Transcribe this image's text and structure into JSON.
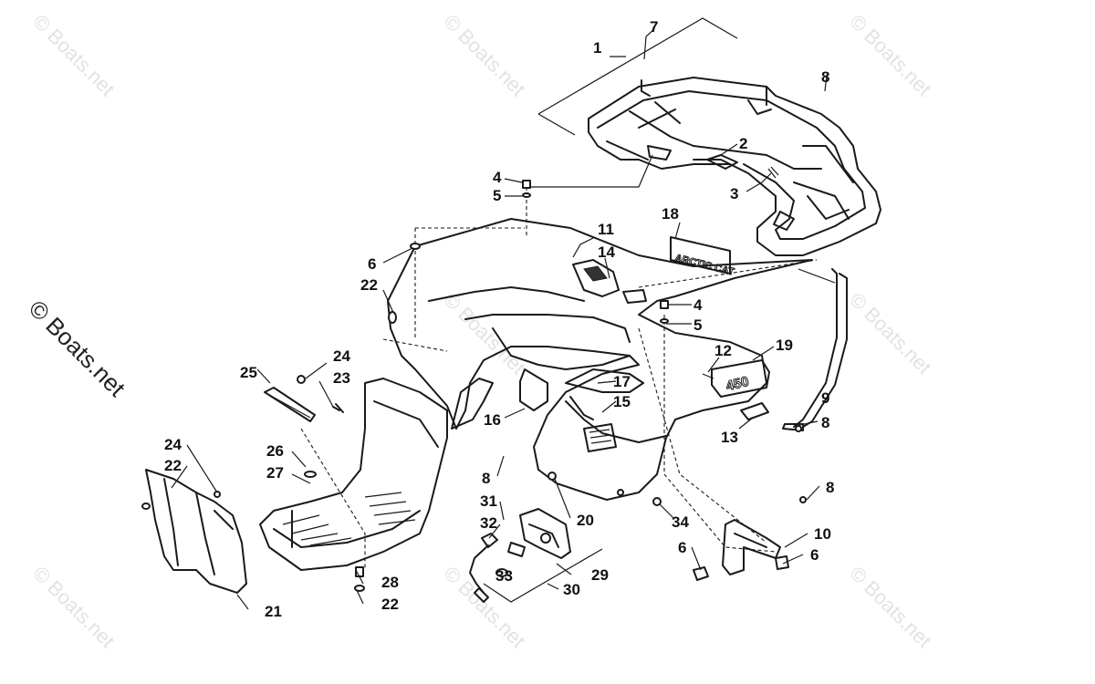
{
  "watermark": "© Boats.net",
  "callouts": [
    "1",
    "2",
    "3",
    "4",
    "5",
    "6",
    "7",
    "8",
    "9",
    "10",
    "11",
    "12",
    "13",
    "14",
    "15",
    "16",
    "17",
    "18",
    "19",
    "20",
    "21",
    "22",
    "23",
    "24",
    "25",
    "26",
    "27",
    "28",
    "29",
    "30",
    "31",
    "32",
    "33",
    "34"
  ],
  "decals": {
    "model": "450",
    "brand": "ARCTIC CAT"
  }
}
